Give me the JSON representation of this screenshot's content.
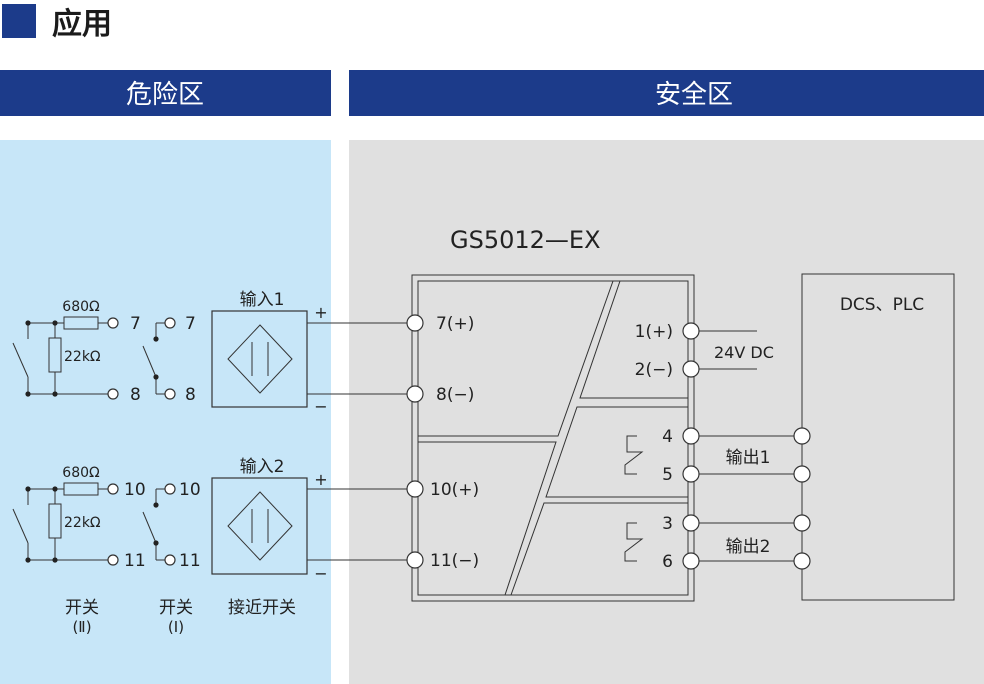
{
  "section_title": "应用",
  "zones": {
    "hazard": "危险区",
    "safe": "安全区"
  },
  "device": {
    "model": "GS5012—EX",
    "input_terminals": [
      "7(+)",
      "8(−)",
      "10(+)",
      "11(−)"
    ],
    "power_terminals": [
      "1(+)",
      "2(−)"
    ],
    "power_label": "24V DC",
    "output_terminals": [
      "4",
      "5",
      "3",
      "6"
    ],
    "output_labels": [
      "输出1",
      "输出2"
    ]
  },
  "control_system": "DCS、PLC",
  "sensors": {
    "input_labels": [
      "输入1",
      "输入2"
    ],
    "plus": "+",
    "minus": "−",
    "caption": "接近开关"
  },
  "switch_circuits": {
    "resistor_series": "680Ω",
    "resistor_parallel": "22kΩ",
    "terminals_1": [
      "7",
      "8"
    ],
    "terminals_2": [
      "10",
      "11"
    ],
    "captions": {
      "switch_ii": "开关",
      "switch_ii_sub": "(Ⅱ)",
      "switch_i": "开关",
      "switch_i_sub": "(Ⅰ)"
    }
  },
  "colors": {
    "header_blue": "#1c3b8a",
    "hazard_bg": "#c7e6f8",
    "safe_bg": "#e0e0e0",
    "line": "#333333"
  }
}
